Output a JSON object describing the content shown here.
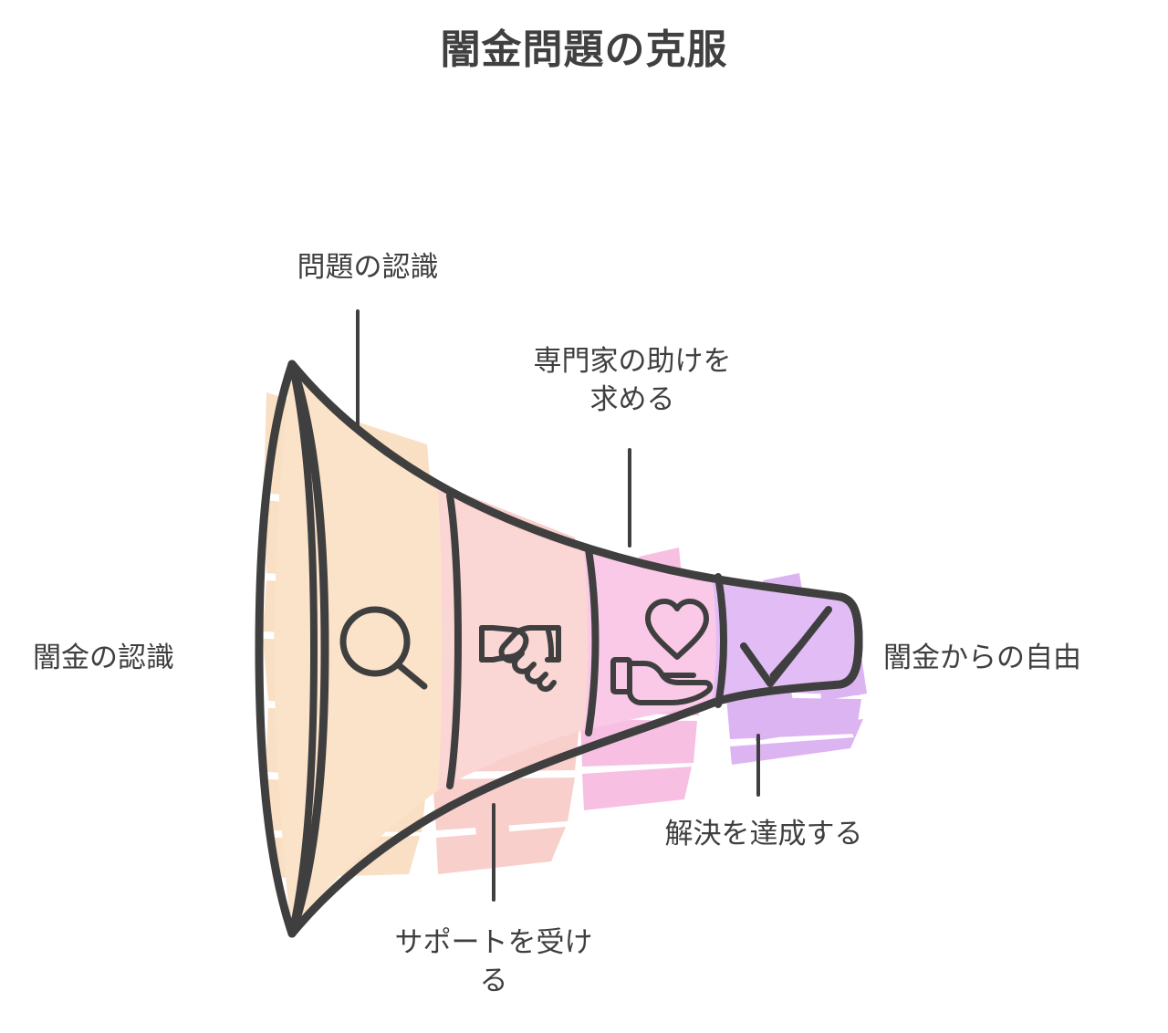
{
  "title": "闇金問題の克服",
  "ends": {
    "start_label": "闇金の認識",
    "end_label": "闇金からの自由"
  },
  "stages": [
    {
      "id": "stage-1",
      "label": "問題の認識",
      "icon": "magnifier-icon",
      "fill": "#FBE3CA",
      "sketch_fill": "#F9DFC3"
    },
    {
      "id": "stage-2",
      "label": "専門家の助けを\n求める",
      "icon": "handshake-icon",
      "fill": "#FAD6D4",
      "sketch_fill": "#F9CFCC"
    },
    {
      "id": "stage-3",
      "label": "サポートを受け\nる",
      "icon": "heart-in-hand-icon",
      "fill": "#FAC9E8",
      "sketch_fill": "#F7C0E3"
    },
    {
      "id": "stage-4",
      "label": "解決を達成する",
      "icon": "check-icon",
      "fill": "#E2BDF5",
      "sketch_fill": "#DDB4F2"
    }
  ],
  "colors": {
    "outline": "#3f3f3f",
    "text": "#3f3f3f",
    "title": "#404040",
    "background": "#ffffff"
  },
  "chart_data": {
    "type": "funnel",
    "title": "闇金問題の克服",
    "orientation": "horizontal",
    "start_label": "闇金の認識",
    "end_label": "闇金からの自由",
    "categories": [
      "問題の認識",
      "専門家の助けを求める",
      "サポートを受ける",
      "解決を達成する"
    ],
    "values": [
      4,
      3,
      2,
      1
    ],
    "icons": [
      "magnifier-icon",
      "handshake-icon",
      "heart-in-hand-icon",
      "check-icon"
    ],
    "colors": [
      "#FBE3CA",
      "#FAD6D4",
      "#FAC9E8",
      "#E2BDF5"
    ],
    "legend": "none",
    "grid": false
  }
}
